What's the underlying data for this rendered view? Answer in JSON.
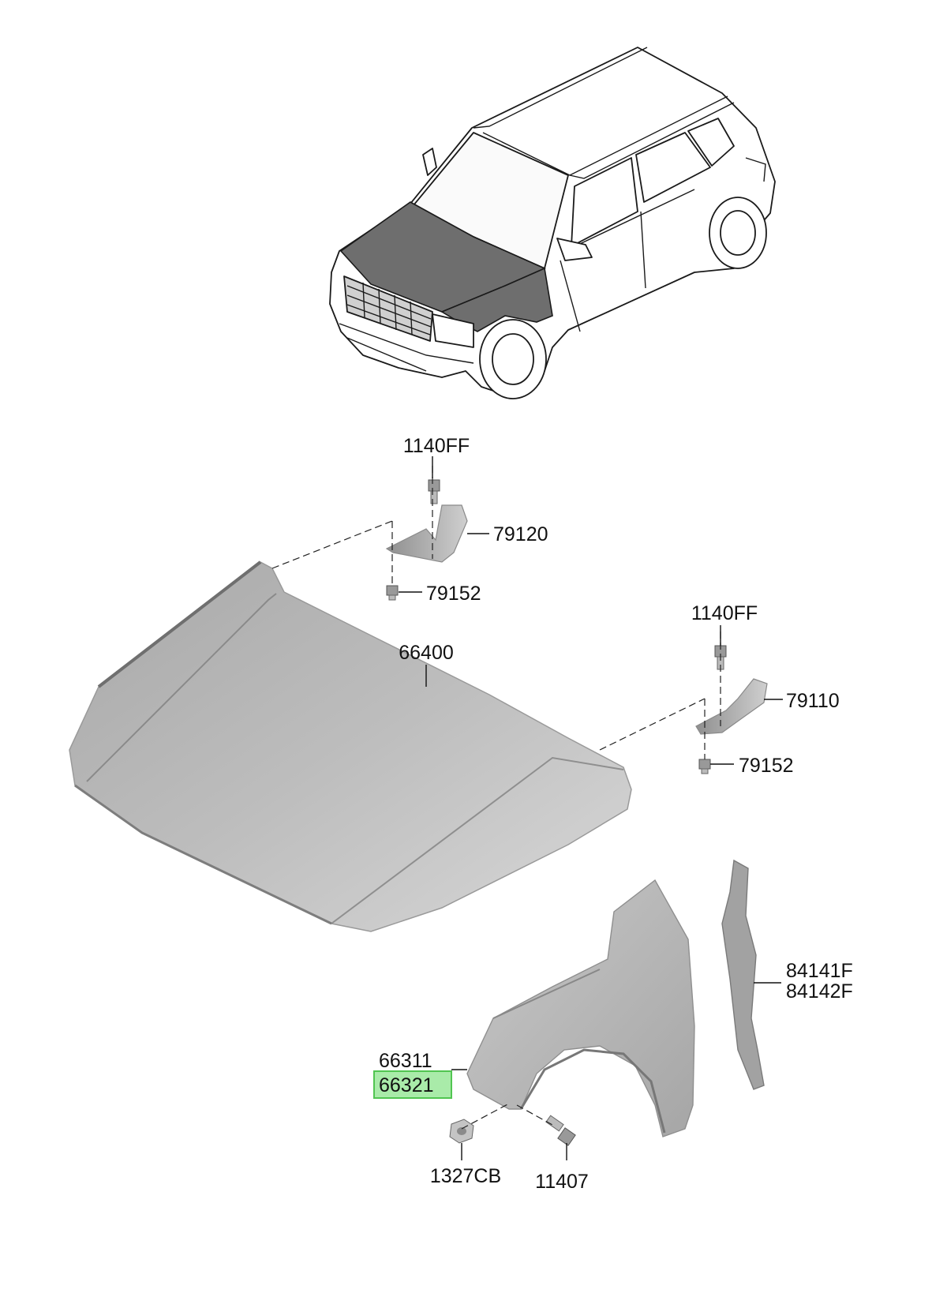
{
  "diagram": {
    "callouts": {
      "bolt_hinge_left": "1140FF",
      "hinge_left": "79120",
      "hinge_bolt_left": "79152",
      "hood_panel": "66400",
      "bolt_hinge_right": "1140FF",
      "hinge_right": "79110",
      "hinge_bolt_right": "79152",
      "fender_insulator_a": "84141F",
      "fender_insulator_b": "84142F",
      "fender_a": "66311",
      "fender_b": "66321",
      "nut": "1327CB",
      "fender_bolt": "11407"
    },
    "highlighted_callout": "66321",
    "colors": {
      "highlight_fill": "#9be89b",
      "highlight_border": "#33bb33",
      "part_gray": "#b0b0b0",
      "line": "#111111"
    }
  }
}
